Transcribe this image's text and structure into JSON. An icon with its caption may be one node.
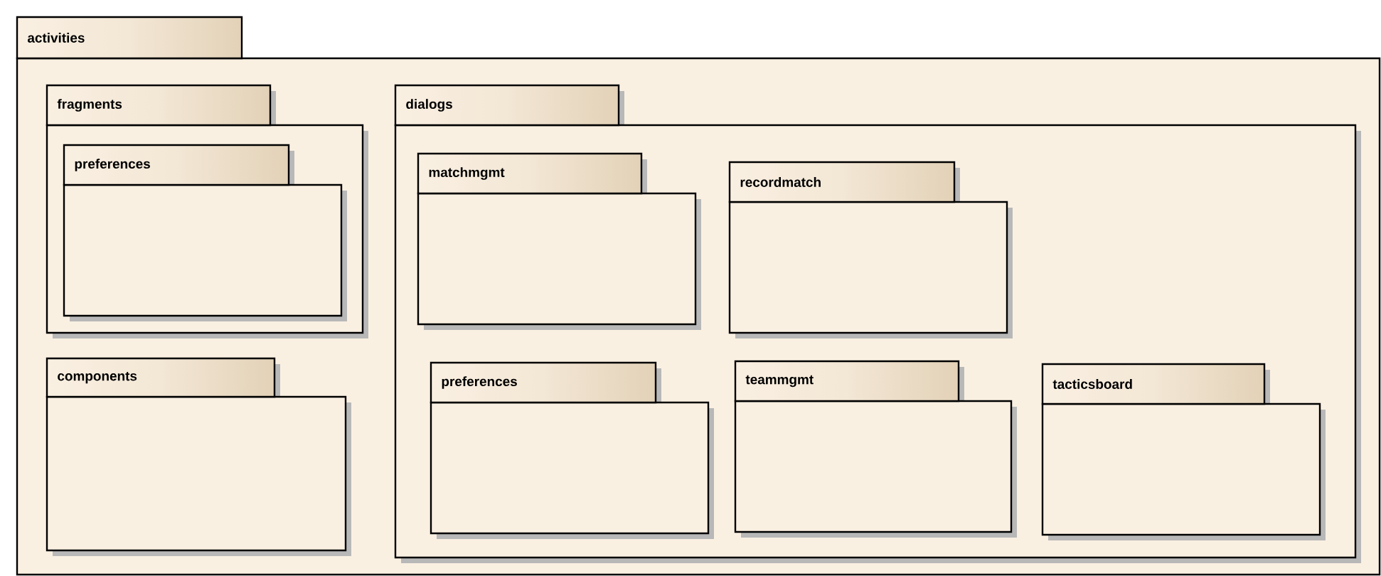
{
  "diagram": {
    "nodes": [
      {
        "text": [
          "activities"
        ]
      },
      {
        "text": [
          "fragments"
        ],
        "in": 0
      },
      {
        "text": [
          "preferences"
        ],
        "in": 1
      },
      {
        "text": [
          "components"
        ],
        "in": 0
      },
      {
        "text": [
          "dialogs"
        ],
        "in": 0
      },
      {
        "text": [
          "matchmgmt"
        ],
        "in": 4
      },
      {
        "text": [
          "recordmatch"
        ],
        "in": 4
      },
      {
        "text": [
          "preferences"
        ],
        "in": 4
      },
      {
        "text": [
          "teammgmt"
        ],
        "in": 4
      },
      {
        "text": [
          "tacticsboard"
        ],
        "in": 4
      }
    ]
  }
}
